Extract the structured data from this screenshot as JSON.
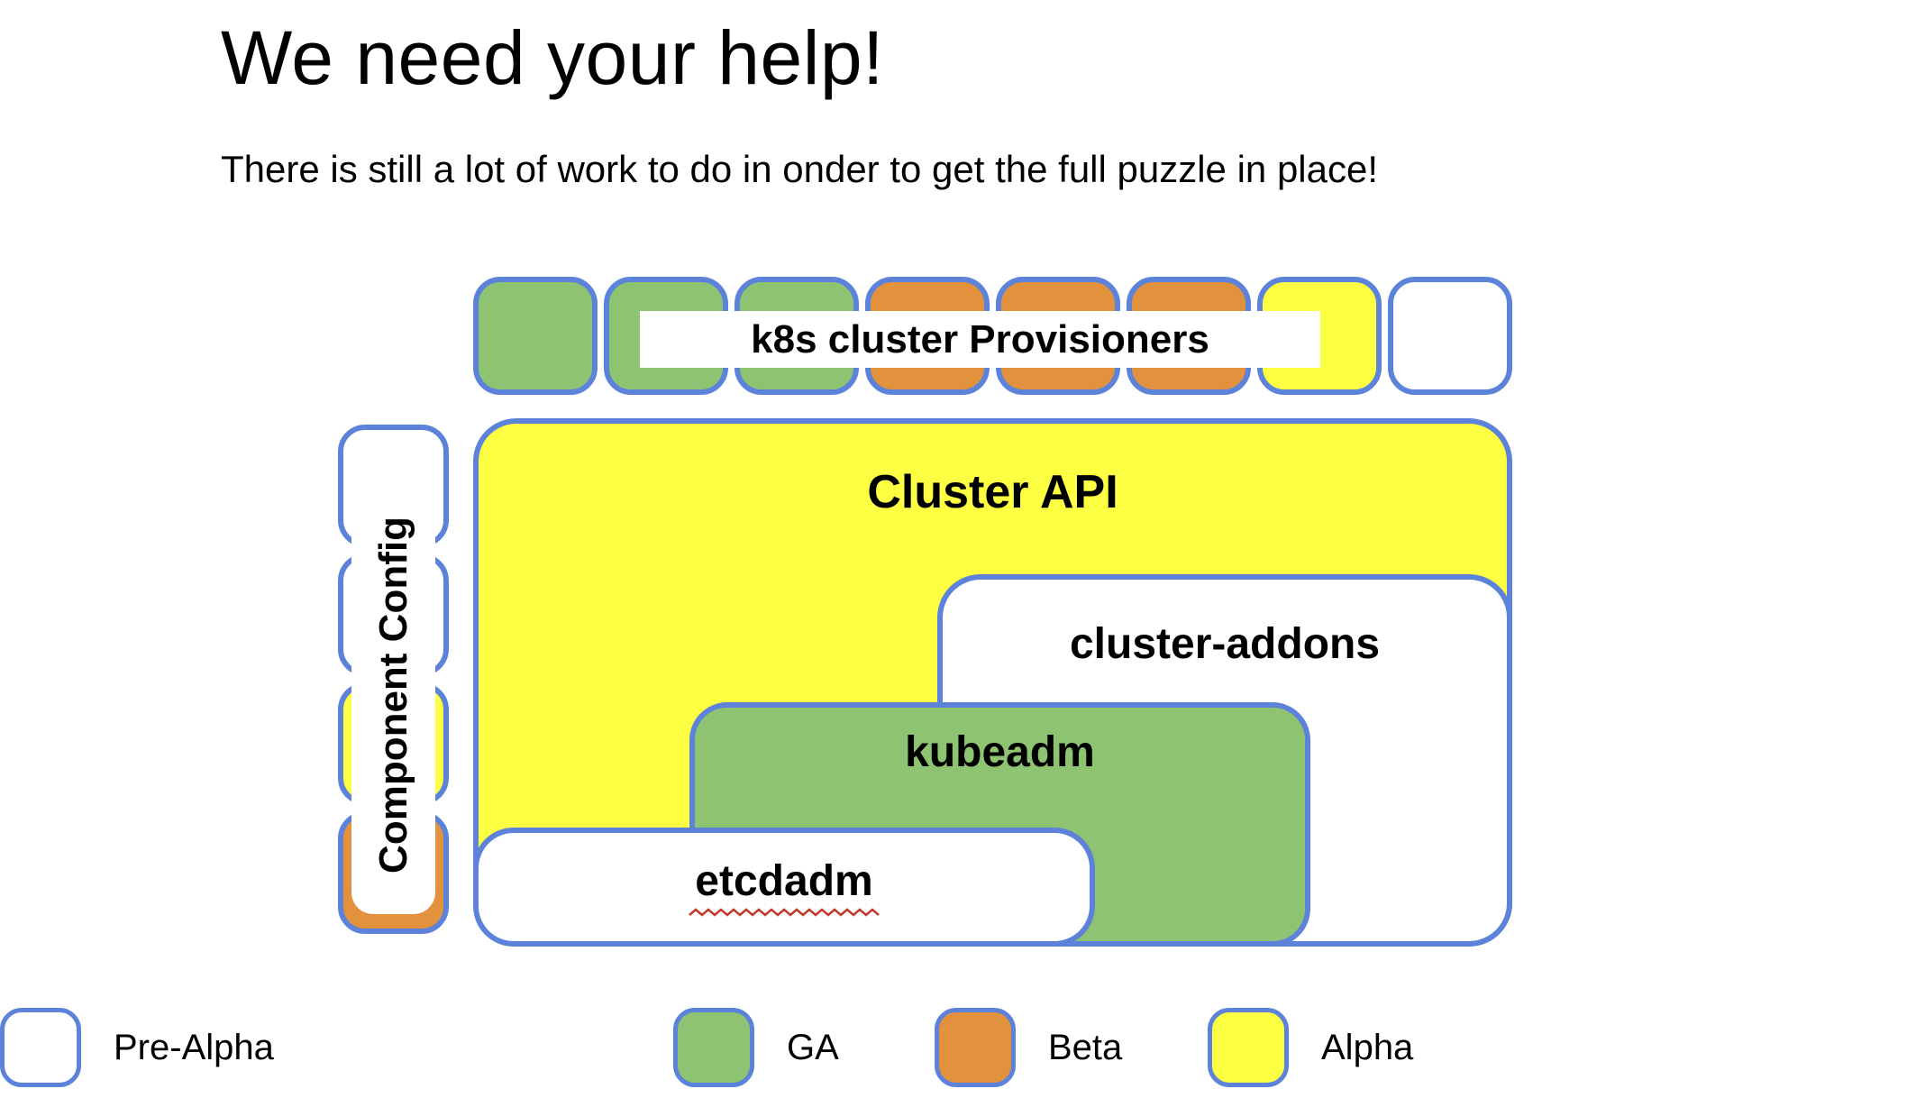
{
  "title": "We need your help!",
  "subtitle": "There is still a lot of work to do in onder to get the full puzzle in place!",
  "status_colors": {
    "ga": "#8ec471",
    "beta": "#e2923d",
    "alpha": "#fdff42",
    "pre_alpha": "#ffffff",
    "border": "#5c83d9",
    "spellcheck_red": "#c4392f"
  },
  "provisioners": {
    "label": "k8s cluster Provisioners",
    "squares": [
      "ga",
      "ga",
      "ga",
      "beta",
      "beta",
      "beta",
      "alpha",
      "pre_alpha"
    ]
  },
  "boxes": {
    "cluster_api": {
      "label": "Cluster API",
      "status": "alpha"
    },
    "cluster_addons": {
      "label": "cluster-addons",
      "status": "pre_alpha"
    },
    "kubeadm": {
      "label": "kubeadm",
      "status": "ga"
    },
    "etcdadm": {
      "label": "etcdadm",
      "status": "pre_alpha"
    }
  },
  "component_config": {
    "label": "Component Config",
    "squares": [
      "pre_alpha",
      "pre_alpha",
      "alpha",
      "beta"
    ]
  },
  "legend": {
    "items": [
      {
        "label": "GA",
        "status": "ga"
      },
      {
        "label": "Beta",
        "status": "beta"
      },
      {
        "label": "Alpha",
        "status": "alpha"
      },
      {
        "label": "Pre-Alpha",
        "status": "pre_alpha"
      }
    ]
  }
}
